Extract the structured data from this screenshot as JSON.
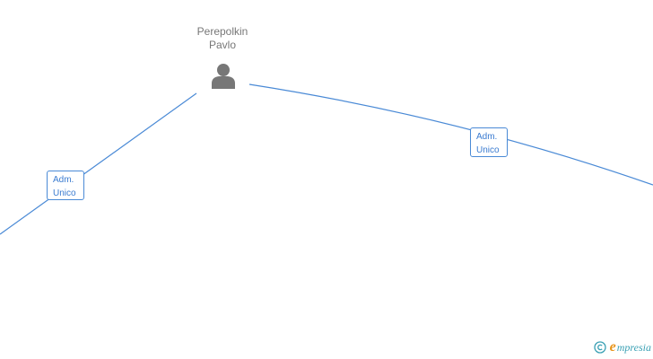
{
  "diagram": {
    "person": {
      "name_line1": "Perepolkin",
      "name_line2": "Pavlo",
      "icon": "person-icon"
    },
    "relations": [
      {
        "line1": "Adm.",
        "line2": "Unico"
      },
      {
        "line1": "Adm.",
        "line2": "Unico"
      }
    ]
  },
  "footer": {
    "copyright_symbol": "©",
    "brand_initial": "e",
    "brand_rest": "mpresia"
  },
  "colors": {
    "edge": "#4a8ad6",
    "label_text": "#3a7bd0",
    "person_icon": "#777777",
    "brand_teal": "#3aa0b4",
    "brand_orange": "#e8941a"
  }
}
